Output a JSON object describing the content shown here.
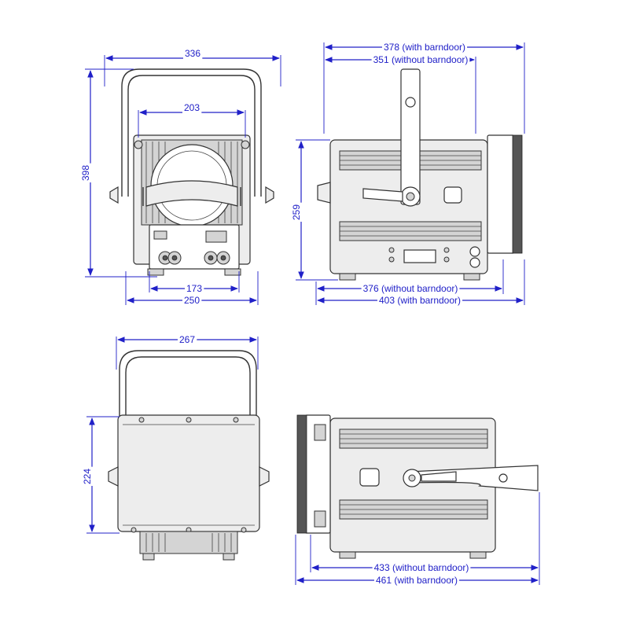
{
  "views": {
    "front": {
      "width_top": "336",
      "yoke_inner": "203",
      "height": "398",
      "rear_panel_width": "173",
      "body_width": "250"
    },
    "side": {
      "length_with_barndoor_top": "378 (with barndoor)",
      "length_without_barndoor_top": "351 (without barndoor)",
      "height": "259",
      "length_without_barndoor_bottom": "376 (without barndoor)",
      "length_with_barndoor_bottom": "403 (with barndoor)"
    },
    "top": {
      "width": "267",
      "height": "224"
    },
    "side_tilted": {
      "length_without_barndoor": "433 (without barndoor)",
      "length_with_barndoor": "461 (with barndoor)"
    }
  },
  "colors": {
    "dimension": "#2020c8",
    "outline": "#333333"
  }
}
